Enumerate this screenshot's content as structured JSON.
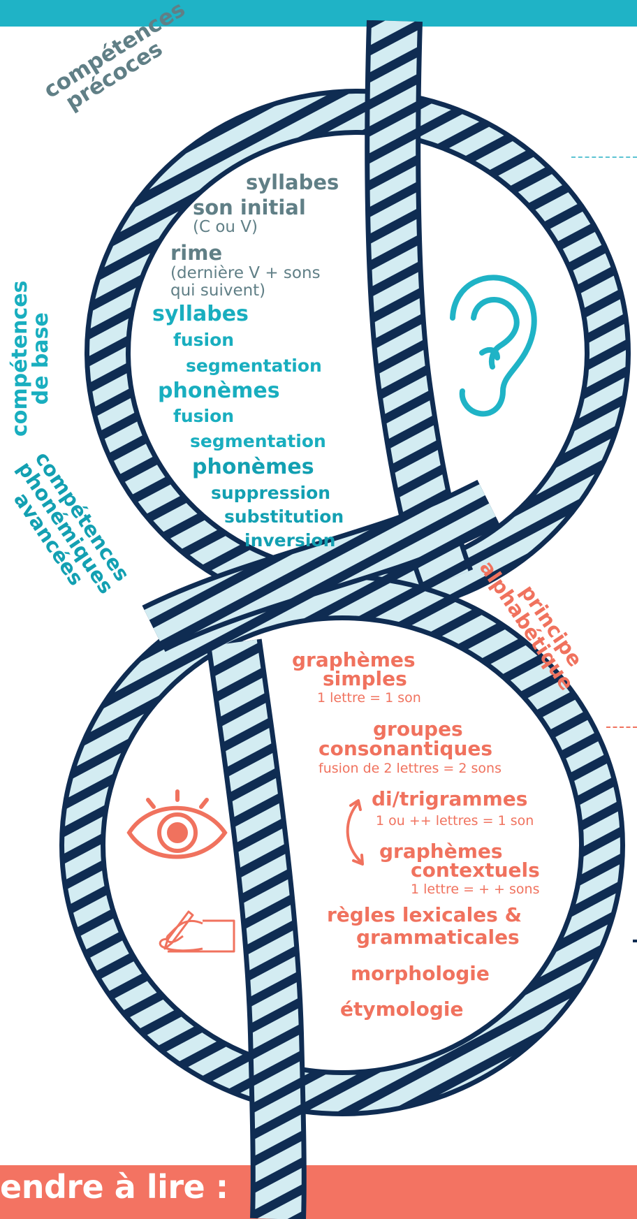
{
  "colors": {
    "teal_bar": "#1fb3c6",
    "salmon_bar": "#f37362",
    "rope_outline": "#0f2c52",
    "rope_fill": "#d3ecf2",
    "gray_text": "#607f86",
    "teal_text": "#19aebf",
    "salmon_text": "#f0725e"
  },
  "bottom_title": "endre à lire :",
  "categories": {
    "early": [
      "compétences",
      "précoces"
    ],
    "basic": [
      "compétences",
      "de base"
    ],
    "advanced": [
      "compétences",
      "phonémiques",
      "avancées"
    ],
    "alphabetic": [
      "principe",
      "alphabétique"
    ]
  },
  "phonological": {
    "syllabes_1": "syllabes",
    "son_initial": "son initial",
    "son_initial_note": "(C ou V)",
    "rime": "rime",
    "rime_note_1": "(dernière V + sons",
    "rime_note_2": "qui suivent)",
    "syllabes_2": "syllabes",
    "fusion_1": "fusion",
    "segmentation_1": "segmentation",
    "phonemes_1": "phonèmes",
    "fusion_2": "fusion",
    "segmentation_2": "segmentation",
    "phonemes_2": "phonèmes",
    "suppression": "suppression",
    "substitution": "substitution",
    "inversion": "inversion"
  },
  "alphabetic": {
    "graphemes_simples_1": "graphèmes",
    "graphemes_simples_2": "simples",
    "graphemes_simples_note": "1 lettre = 1 son",
    "groupes_1": "groupes",
    "groupes_2": "consonantiques",
    "groupes_note": "fusion de 2 lettres = 2 sons",
    "digrammes": "di/trigrammes",
    "digrammes_note": "1 ou ++  lettres = 1 son",
    "contextuels_1": "graphèmes",
    "contextuels_2": "contextuels",
    "contextuels_note": "1 lettre = + + sons",
    "regles_1": "règles lexicales &",
    "regles_2": "grammaticales",
    "morphologie": "morphologie",
    "etymologie": "étymologie"
  },
  "icons": [
    "ear-icon",
    "eye-icon",
    "writing-hand-icon",
    "curved-arrow-icon"
  ]
}
